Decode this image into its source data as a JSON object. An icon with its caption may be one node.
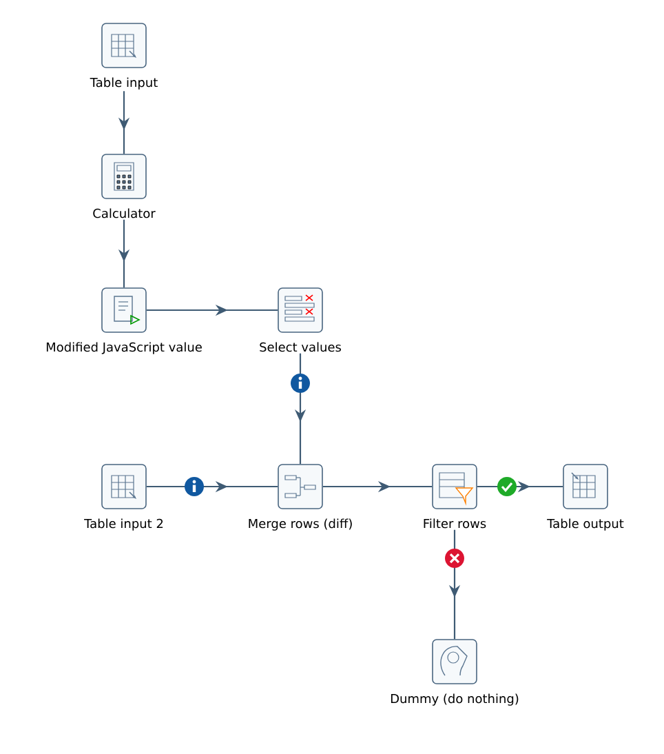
{
  "diagram": {
    "nodes": [
      {
        "text": [
          "Table input"
        ]
      },
      {
        "text": [
          "Calculator"
        ]
      },
      {
        "text": [
          "Modified JavaScript value"
        ]
      },
      {
        "text": [
          "Select values"
        ]
      },
      {
        "text": [
          "Table input 2"
        ]
      },
      {
        "text": [
          "Merge rows (diff)"
        ]
      },
      {
        "text": [
          "Filter rows"
        ]
      },
      {
        "text": [
          "Table output"
        ]
      },
      {
        "text": [
          "Dummy (do nothing)"
        ]
      }
    ],
    "edges": [
      {
        "from": 0,
        "to": 1,
        "arrow": "to"
      },
      {
        "from": 1,
        "to": 2,
        "arrow": "to"
      },
      {
        "from": 2,
        "to": 3,
        "arrow": "to"
      },
      {
        "from": 3,
        "to": 5,
        "arrow": "to"
      },
      {
        "from": 4,
        "to": 5,
        "arrow": "to"
      },
      {
        "from": 5,
        "to": 6,
        "arrow": "to"
      },
      {
        "from": 6,
        "to": 7,
        "arrow": "to"
      },
      {
        "from": 6,
        "to": 8,
        "arrow": "to"
      }
    ]
  }
}
